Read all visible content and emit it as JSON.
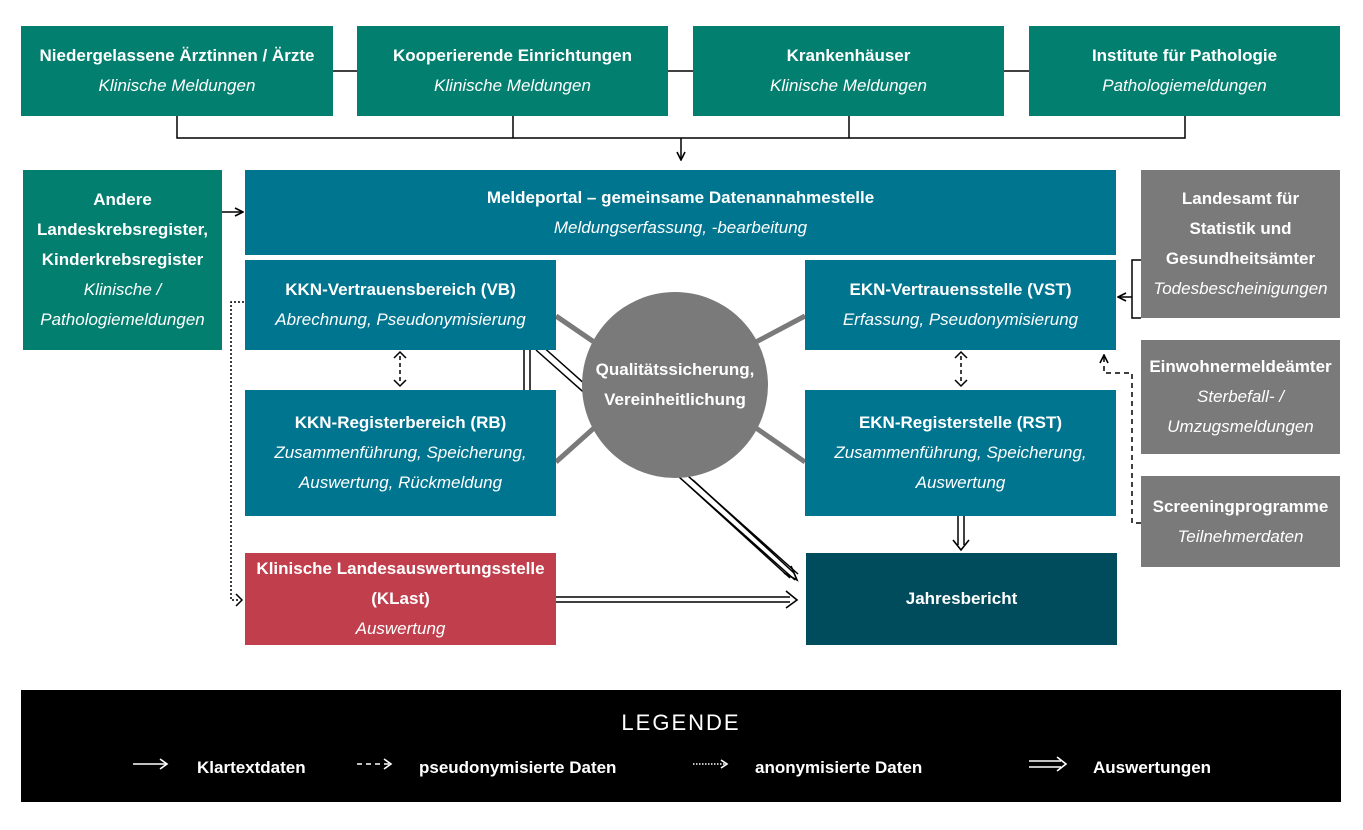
{
  "sources": [
    {
      "title": "Niedergelassene Ärztinnen / Ärzte",
      "subtitle": "Klinische Meldungen"
    },
    {
      "title": "Kooperierende Einrichtungen",
      "subtitle": "Klinische Meldungen"
    },
    {
      "title": "Krankenhäuser",
      "subtitle": "Klinische Meldungen"
    },
    {
      "title": "Institute für Pathologie",
      "subtitle": "Pathologiemeldungen"
    }
  ],
  "andere": {
    "line1": "Andere",
    "line2": "Landeskrebsregister,",
    "line3": "Kinderkrebsregister",
    "sub1": "Klinische /",
    "sub2": "Pathologiemeldungen"
  },
  "meldeportal": {
    "title": "Meldeportal – gemeinsame Datenannahmestelle",
    "subtitle": "Meldungserfassung, -bearbeitung"
  },
  "kkn_vb": {
    "title": "KKN-Vertrauensbereich (VB)",
    "subtitle": "Abrechnung, Pseudonymisierung"
  },
  "kkn_rb": {
    "title": "KKN-Registerbereich (RB)",
    "sub1": "Zusammenführung, Speicherung,",
    "sub2": "Auswertung, Rückmeldung"
  },
  "ekn_vst": {
    "title": "EKN-Vertrauensstelle (VST)",
    "subtitle": "Erfassung, Pseudonymisierung"
  },
  "ekn_rst": {
    "title": "EKN-Registerstelle (RST)",
    "sub1": "Zusammenführung, Speicherung,",
    "sub2": "Auswertung"
  },
  "qs": {
    "line1": "Qualitätssicherung,",
    "line2": "Vereinheitlichung"
  },
  "klast": {
    "title1": "Klinische Landesauswertungsstelle",
    "title2": "(KLast)",
    "subtitle": "Auswertung"
  },
  "jahresbericht": {
    "title": "Jahresbericht"
  },
  "landesamt": {
    "line1": "Landesamt für",
    "line2": "Statistik und",
    "line3": "Gesundheitsämter",
    "subtitle": "Todesbescheinigungen"
  },
  "einwohner": {
    "title": "Einwohnermeldeämter",
    "sub1": "Sterbefall- /",
    "sub2": "Umzugsmeldungen"
  },
  "screening": {
    "title": "Screeningprogramme",
    "subtitle": "Teilnehmerdaten"
  },
  "legend": {
    "title": "LEGENDE",
    "items": [
      {
        "label": "Klartextdaten"
      },
      {
        "label": "pseudonymisierte Daten"
      },
      {
        "label": "anonymisierte Daten"
      },
      {
        "label": "Auswertungen"
      }
    ]
  },
  "colors": {
    "green": "#027f6f",
    "teal": "#007590",
    "grey": "#7a7a7a",
    "red": "#c13e4c",
    "dark": "#004c5d"
  }
}
